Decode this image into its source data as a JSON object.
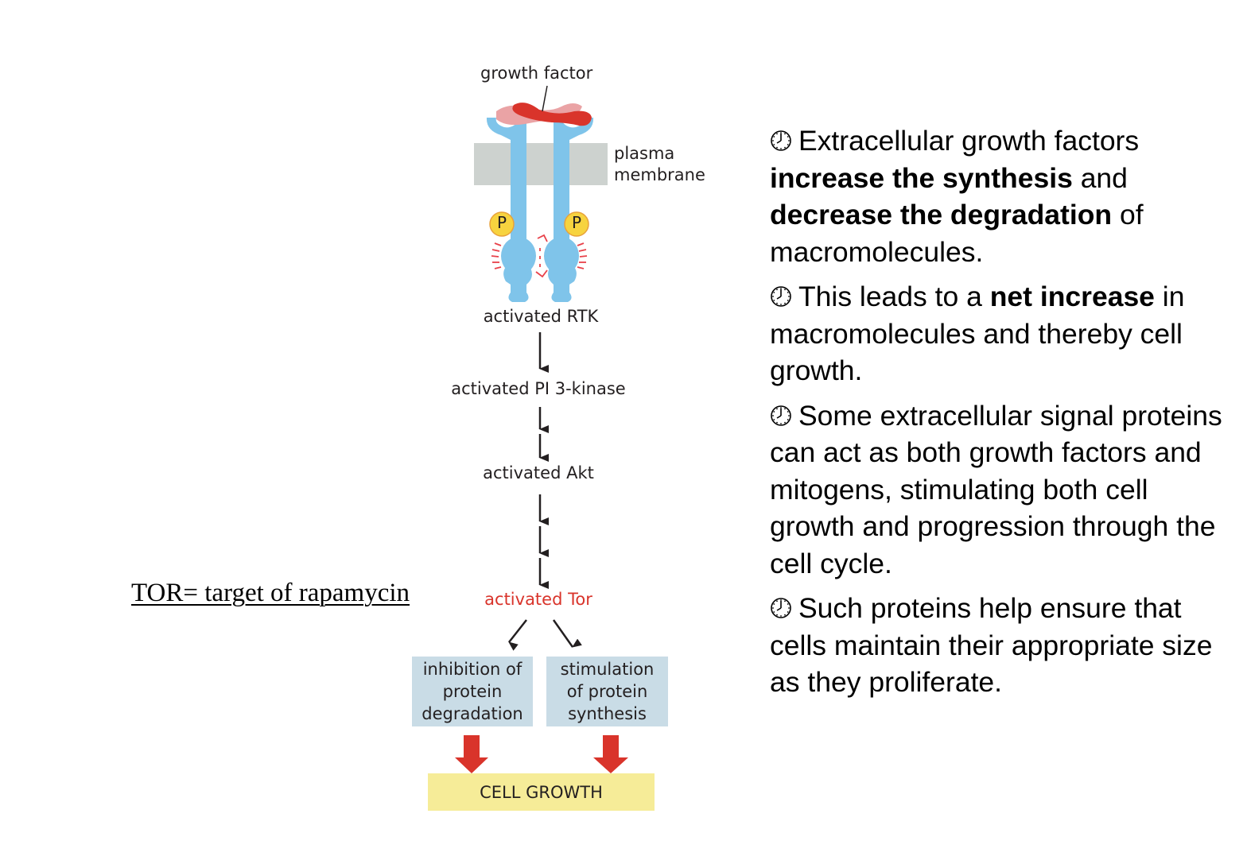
{
  "diagram": {
    "growth_factor_label": "growth factor",
    "membrane_label_line1": "plasma",
    "membrane_label_line2": "membrane",
    "phosphate_label": "P",
    "steps": {
      "rtk": "activated RTK",
      "pi3k": "activated PI 3-kinase",
      "akt": "activated Akt",
      "tor": "activated Tor"
    },
    "outcomes": {
      "left": [
        "inhibition of",
        "protein",
        "degradation"
      ],
      "right": [
        "stimulation",
        "of protein",
        "synthesis"
      ]
    },
    "result": "CELL GROWTH",
    "colors": {
      "receptor": "#7fc4ea",
      "membrane": "#cdd2cf",
      "growth_factor": "#d9342b",
      "growth_factor_light": "#eaa3a5",
      "phosphate": "#f7d33f",
      "tor_text": "#d9342b",
      "outcome_box": "#c9dce6",
      "result_box": "#f6ec98",
      "red_arrow": "#d9342b"
    }
  },
  "note": {
    "tor_definition": "TOR= target of rapamycin"
  },
  "bullets": [
    {
      "icon": "clock-icon",
      "segments": [
        {
          "text": "Extracellular growth factors ",
          "bold": false
        },
        {
          "text": "increase the synthesis",
          "bold": true
        },
        {
          "text": " and ",
          "bold": false
        },
        {
          "text": "decrease the degradation",
          "bold": true
        },
        {
          "text": " of macromolecules.",
          "bold": false
        }
      ]
    },
    {
      "icon": "clock-icon",
      "segments": [
        {
          "text": "This leads to a ",
          "bold": false
        },
        {
          "text": "net increase",
          "bold": true
        },
        {
          "text": " in macromolecules and thereby cell growth.",
          "bold": false
        }
      ]
    },
    {
      "icon": "clock-icon",
      "segments": [
        {
          "text": "Some extracellular signal proteins can act as both growth factors and mitogens, stimulating both cell growth and progression through the cell cycle.",
          "bold": false
        }
      ]
    },
    {
      "icon": "clock-icon",
      "segments": [
        {
          "text": "Such proteins help ensure that cells maintain their appropriate size as they proliferate.",
          "bold": false
        }
      ]
    }
  ]
}
